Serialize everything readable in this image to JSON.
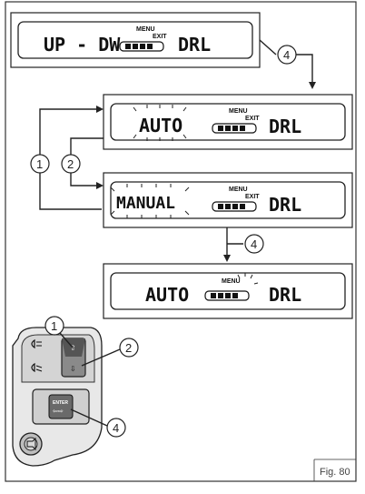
{
  "panels": [
    {
      "left_text": "UP - DW",
      "menu": "MENU",
      "exit": "EXIT",
      "right_text": "DRL"
    },
    {
      "left_text": "AUTO",
      "menu": "MENU",
      "exit": "EXIT",
      "right_text": "DRL"
    },
    {
      "left_text": "MANUAL",
      "menu": "MENU",
      "exit": "EXIT",
      "right_text": "DRL"
    },
    {
      "left_text": "AUTO",
      "menu": "MENU",
      "exit": "",
      "right_text": "DRL"
    }
  ],
  "callouts": [
    "4",
    "1",
    "2",
    "4",
    "1",
    "2",
    "4"
  ],
  "switch": {
    "enter_label": "ENTER",
    "lamp_icon_1": "headlight-icon",
    "lamp_icon_2": "headlight-low-icon",
    "horn_icon": "horn-icon",
    "up_icon": "up-arrow-icon",
    "down_icon": "down-arrow-icon"
  },
  "caption": "Fig. 80"
}
